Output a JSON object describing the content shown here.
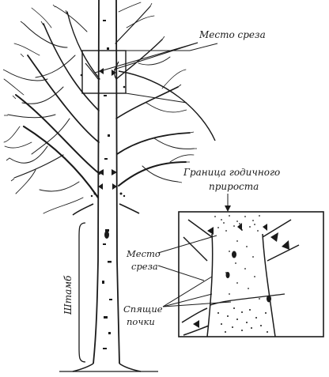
{
  "labels": {
    "cut_place_top": "Место среза",
    "annual_growth_line1": "Граница годичного",
    "annual_growth_line2": "прироста",
    "cut_place_inset_line1": "Место",
    "cut_place_inset_line2": "среза",
    "dormant_buds_line1": "Спящие",
    "dormant_buds_line2": "почки",
    "trunk": "Штамб"
  },
  "colors": {
    "ink": "#1a1a1a",
    "paper": "#ffffff"
  }
}
